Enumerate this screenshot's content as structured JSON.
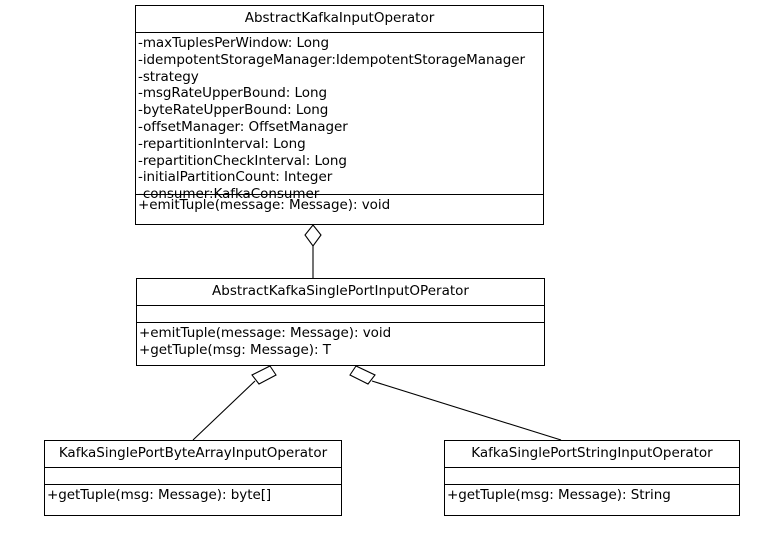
{
  "diagram": {
    "type": "uml-class-diagram",
    "background_color": "#ffffff",
    "line_color": "#000000",
    "text_color": "#000000"
  },
  "classes": {
    "abstract_kafka_input_operator": {
      "name": "AbstractKafkaInputOperator",
      "attributes": [
        "-maxTuplesPerWindow: Long",
        "-idempotentStorageManager:IdempotentStorageManager",
        "-strategy",
        "-msgRateUpperBound: Long",
        "-byteRateUpperBound: Long",
        "-offsetManager: OffsetManager",
        "-repartitionInterval: Long",
        "-repartitionCheckInterval: Long",
        "-initialPartitionCount: Integer",
        "-consumer:KafkaConsumer"
      ],
      "operations": [
        "+emitTuple(message: Message): void"
      ]
    },
    "abstract_kafka_single_port_input_operator": {
      "name": "AbstractKafkaSinglePortInputOPerator",
      "attributes": [],
      "operations": [
        "+emitTuple(message: Message): void",
        "+getTuple(msg: Message): T"
      ]
    },
    "kafka_single_port_byte_array_input_operator": {
      "name": "KafkaSinglePortByteArrayInputOperator",
      "attributes": [],
      "operations": [
        "+getTuple(msg: Message): byte[]"
      ]
    },
    "kafka_single_port_string_input_operator": {
      "name": "KafkaSinglePortStringInputOperator",
      "attributes": [],
      "operations": [
        "+getTuple(msg: Message): String"
      ]
    }
  },
  "relationships": [
    {
      "kind": "aggregation",
      "from": "abstract_kafka_single_port_input_operator",
      "to": "abstract_kafka_input_operator",
      "diamond": "hollow"
    },
    {
      "kind": "aggregation",
      "from": "kafka_single_port_byte_array_input_operator",
      "to": "abstract_kafka_single_port_input_operator",
      "diamond": "hollow"
    },
    {
      "kind": "aggregation",
      "from": "kafka_single_port_string_input_operator",
      "to": "abstract_kafka_single_port_input_operator",
      "diamond": "hollow"
    }
  ]
}
